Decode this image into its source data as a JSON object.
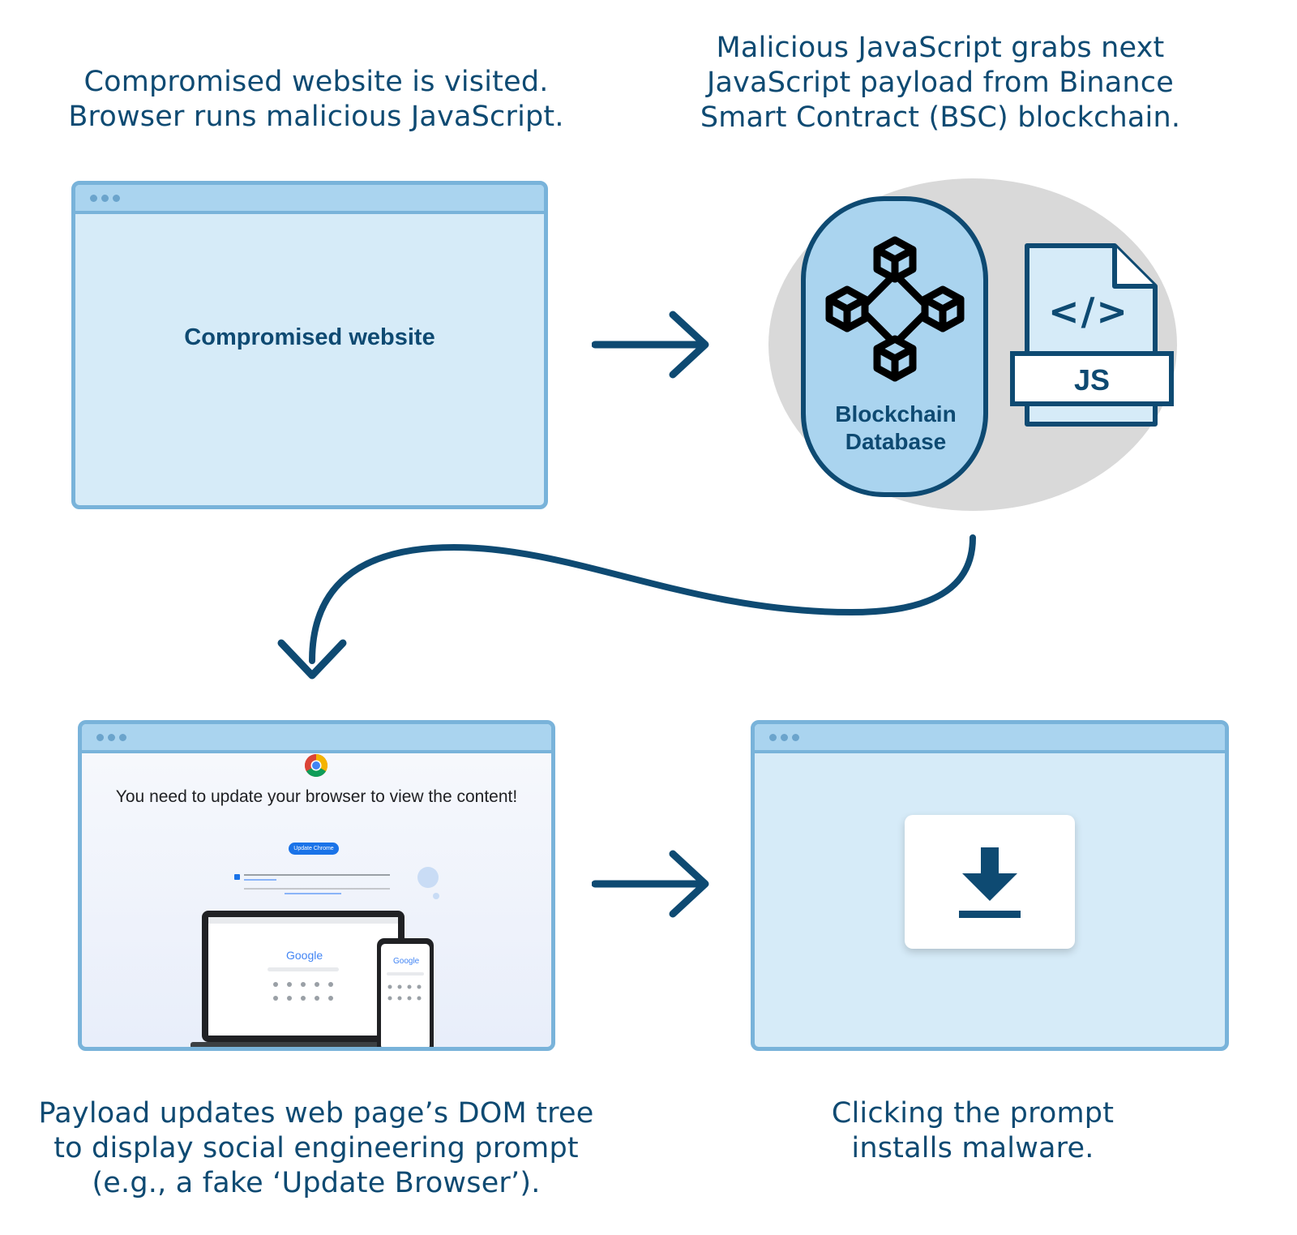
{
  "captions": {
    "step1": [
      "Compromised website is visited.",
      "Browser runs malicious JavaScript."
    ],
    "step2": [
      "Malicious JavaScript grabs next",
      "JavaScript payload from Binance",
      "Smart Contract (BSC) blockchain."
    ],
    "step3": [
      "Payload updates web page’s DOM tree",
      "to display social engineering prompt",
      "(e.g., a fake ‘Update Browser’)."
    ],
    "step4": [
      "Clicking the prompt",
      "installs malware."
    ]
  },
  "window1": {
    "label": "Compromised website"
  },
  "blockchain": {
    "label_line1": "Blockchain",
    "label_line2": "Database",
    "icon": "blockchain-network-icon"
  },
  "js_file": {
    "code": "</>",
    "label": "JS",
    "icon": "javascript-file-icon"
  },
  "fake_prompt": {
    "title": "You need to update your browser to view the content!",
    "button": "Update Chrome",
    "brand_left": "Google",
    "brand_right": "Google",
    "icon": "chrome-logo-icon"
  },
  "download": {
    "icon": "download-icon"
  },
  "colors": {
    "primary": "#0e4a72",
    "window_fill": "#d6ebf8",
    "window_border": "#79b3da",
    "blob": "#d9d9d9"
  }
}
